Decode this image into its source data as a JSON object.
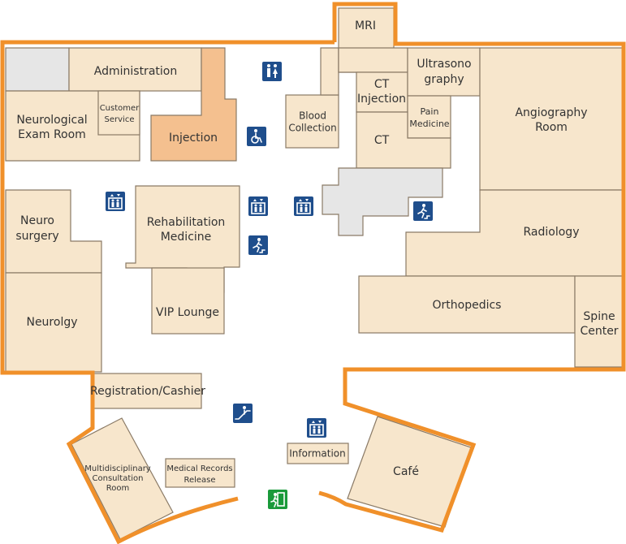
{
  "rooms": {
    "mri": "MRI",
    "administration": "Administration",
    "neurological_exam_1": "Neurological",
    "neurological_exam_2": "Exam Room",
    "customer_service_1": "Customer",
    "customer_service_2": "Service",
    "injection": "Injection",
    "blood_collection_1": "Blood",
    "blood_collection_2": "Collection",
    "ct_injection_1": "CT",
    "ct_injection_2": "Injection",
    "ultrasonography_1": "Ultrasono",
    "ultrasonography_2": "graphy",
    "pain_medicine_1": "Pain",
    "pain_medicine_2": "Medicine",
    "ct": "CT",
    "angiography_1": "Angiography",
    "angiography_2": "Room",
    "neurosurgery_1": "Neuro",
    "neurosurgery_2": "surgery",
    "rehab_1": "Rehabilitation",
    "rehab_2": "Medicine",
    "radiology": "Radiology",
    "vip_lounge": "VIP Lounge",
    "orthopedics": "Orthopedics",
    "spine_1": "Spine",
    "spine_2": "Center",
    "neurology": "Neurolgy",
    "registration": "Registration/Cashier",
    "multidisciplinary_1": "Multidisciplinary",
    "multidisciplinary_2": "Consultation",
    "multidisciplinary_3": "Room",
    "medical_records_1": "Medical Records",
    "medical_records_2": "Release",
    "information": "Information",
    "cafe": "Café"
  },
  "icons": {
    "restroom": "restroom-icon",
    "accessible": "wheelchair-icon",
    "elevator": "elevator-icon",
    "stairs": "stairs-icon",
    "escalator": "escalator-icon",
    "exit": "emergency-exit-icon"
  },
  "colors": {
    "wall": "#f0902a",
    "room_fill": "#f7e6cc",
    "highlight_fill": "#f4c08f",
    "inactive_fill": "#e6e6e6",
    "icon_blue": "#1f4e8c",
    "exit_green": "#1a9a3a"
  }
}
